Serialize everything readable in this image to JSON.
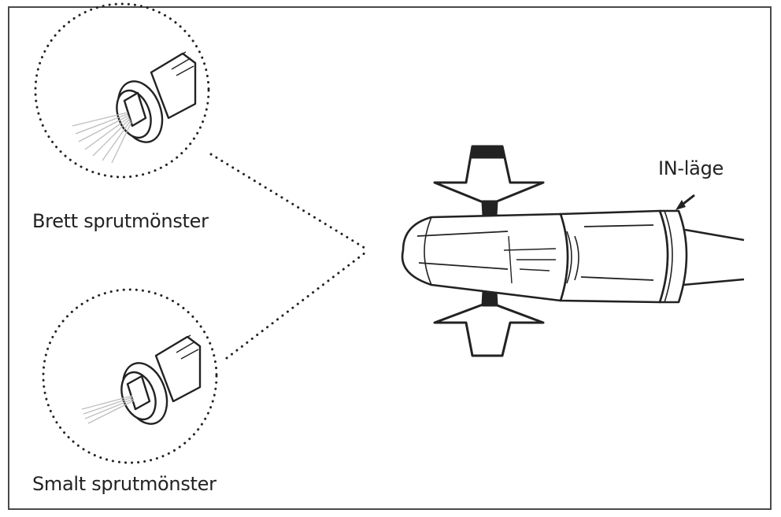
{
  "labels": {
    "wide_spray": "Brett sprutmönster",
    "narrow_spray": "Smalt sprutmönster",
    "in_position": "IN-läge"
  },
  "colors": {
    "frame": "#4a4a4a",
    "ink": "#222222",
    "spray": "#bdbdbd"
  }
}
